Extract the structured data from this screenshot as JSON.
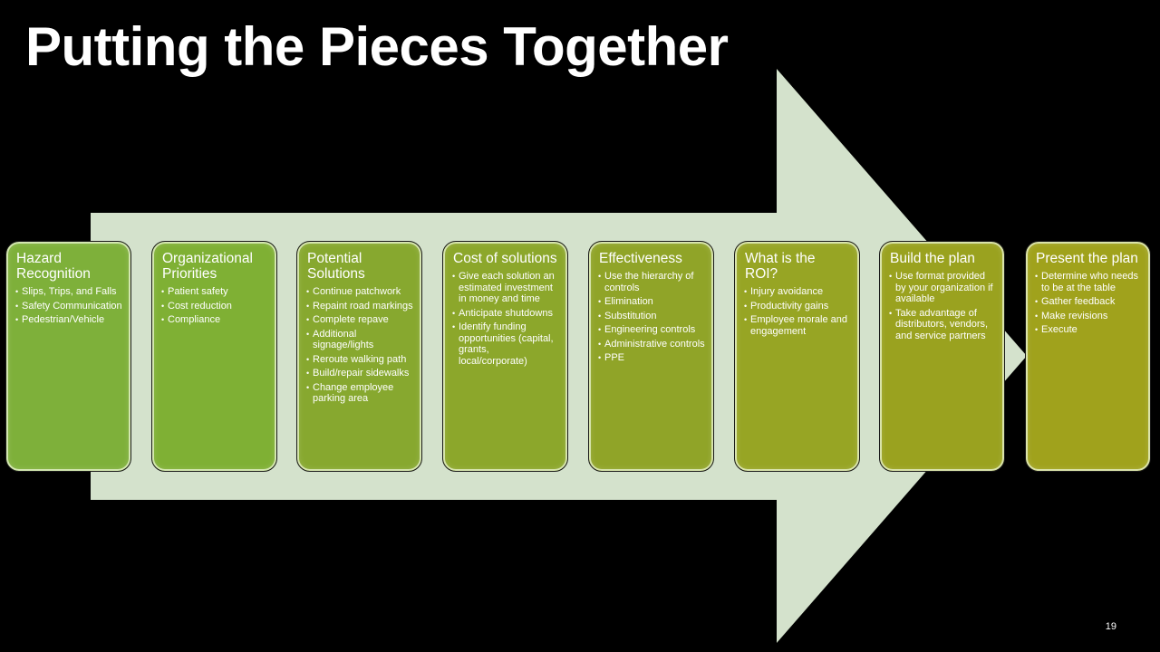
{
  "slide": {
    "title": "Putting the Pieces Together",
    "page_number": "19"
  },
  "colors": {
    "background": "#000000",
    "arrow_fill": "#d4e2cc",
    "card_gradient": [
      "#7eb03a",
      "#7fb034",
      "#87a82f",
      "#8ca72b",
      "#90a428",
      "#97a524",
      "#9aa21f",
      "#a0a21c"
    ]
  },
  "steps": [
    {
      "title": "Hazard Recognition",
      "bullets": [
        "Slips, Trips, and Falls",
        "Safety Communication",
        "Pedestrian/Vehicle"
      ]
    },
    {
      "title": "Organizational Priorities",
      "bullets": [
        "Patient safety",
        "Cost reduction",
        "Compliance"
      ]
    },
    {
      "title": "Potential Solutions",
      "bullets": [
        "Continue patchwork",
        "Repaint road markings",
        "Complete repave",
        "Additional signage/lights",
        "Reroute walking path",
        "Build/repair sidewalks",
        "Change employee parking area"
      ]
    },
    {
      "title": "Cost of solutions",
      "bullets": [
        "Give each solution an estimated investment in money and time",
        "Anticipate shutdowns",
        "Identify funding opportunities (capital, grants, local/corporate)"
      ]
    },
    {
      "title": "Effectiveness",
      "bullets": [
        "Use the hierarchy of controls",
        "Elimination",
        "Substitution",
        "Engineering controls",
        "Administrative controls",
        "PPE"
      ]
    },
    {
      "title": "What is the ROI?",
      "bullets": [
        "Injury avoidance",
        "Productivity gains",
        "Employee morale and engagement"
      ]
    },
    {
      "title": "Build the plan",
      "bullets": [
        "Use format provided by your organization if available",
        "Take advantage of distributors, vendors, and service partners"
      ]
    },
    {
      "title": "Present the plan",
      "bullets": [
        "Determine who needs to be at the table",
        "Gather feedback",
        "Make revisions",
        "Execute"
      ]
    }
  ]
}
